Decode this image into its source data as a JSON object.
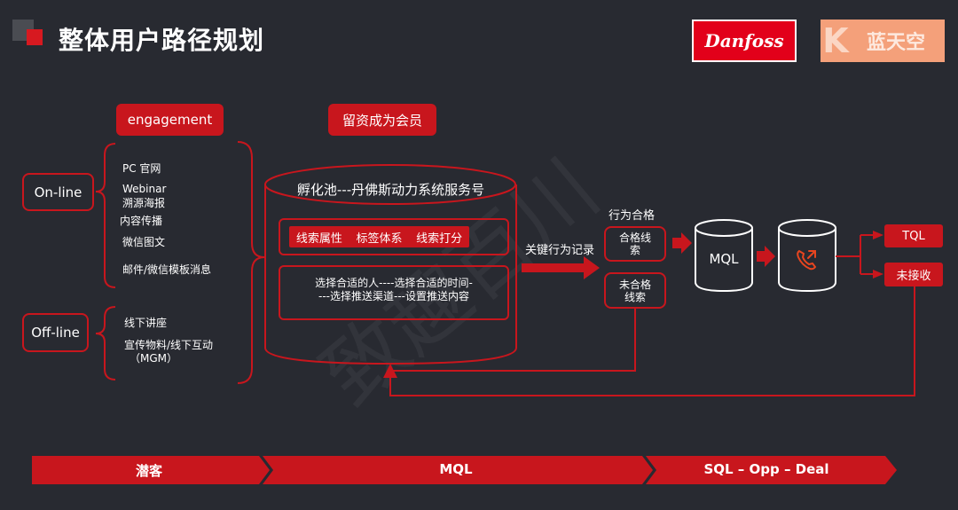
{
  "title": "整体用户路径规划",
  "logos": {
    "danfoss": "Danfoss",
    "sky_k": "K",
    "sky_text": "蓝天空"
  },
  "watermark": "致趣百川",
  "headers": {
    "engagement": "engagement",
    "member": "留资成为会员"
  },
  "channels": {
    "online": {
      "label": "On-line",
      "items": [
        "PC 官网",
        "Webinar",
        "溯源海报",
        "内容传播",
        "微信图文",
        "邮件/微信模板消息"
      ]
    },
    "offline": {
      "label": "Off-line",
      "items": [
        "线下讲座",
        "宣传物料/线下互动",
        "（MGM）"
      ]
    }
  },
  "incubator": {
    "title": "孵化池---丹佛斯动力系统服务号",
    "tags": [
      "线索属性",
      "标签体系",
      "线索打分"
    ],
    "strategy_line1": "选择合适的人----选择合适的时间-",
    "strategy_line2": "---选择推送渠道---设置推送内容"
  },
  "flow": {
    "key_behavior": "关键行为记录",
    "behavior_ok": "行为合格",
    "qualified_line1": "合格线",
    "qualified_line2": "索",
    "unqualified_line1": "未合格",
    "unqualified_line2": "线索",
    "mql": "MQL",
    "tql": "TQL",
    "not_received": "未接收"
  },
  "icons": {
    "phone": "phone-outgoing-icon"
  },
  "stages": [
    "潜客",
    "MQL",
    "SQL – Opp – Deal"
  ],
  "colors": {
    "background": "#282a31",
    "accent": "#c8161d",
    "danfoss": "#e2001a",
    "sky": "#f4a07a"
  }
}
